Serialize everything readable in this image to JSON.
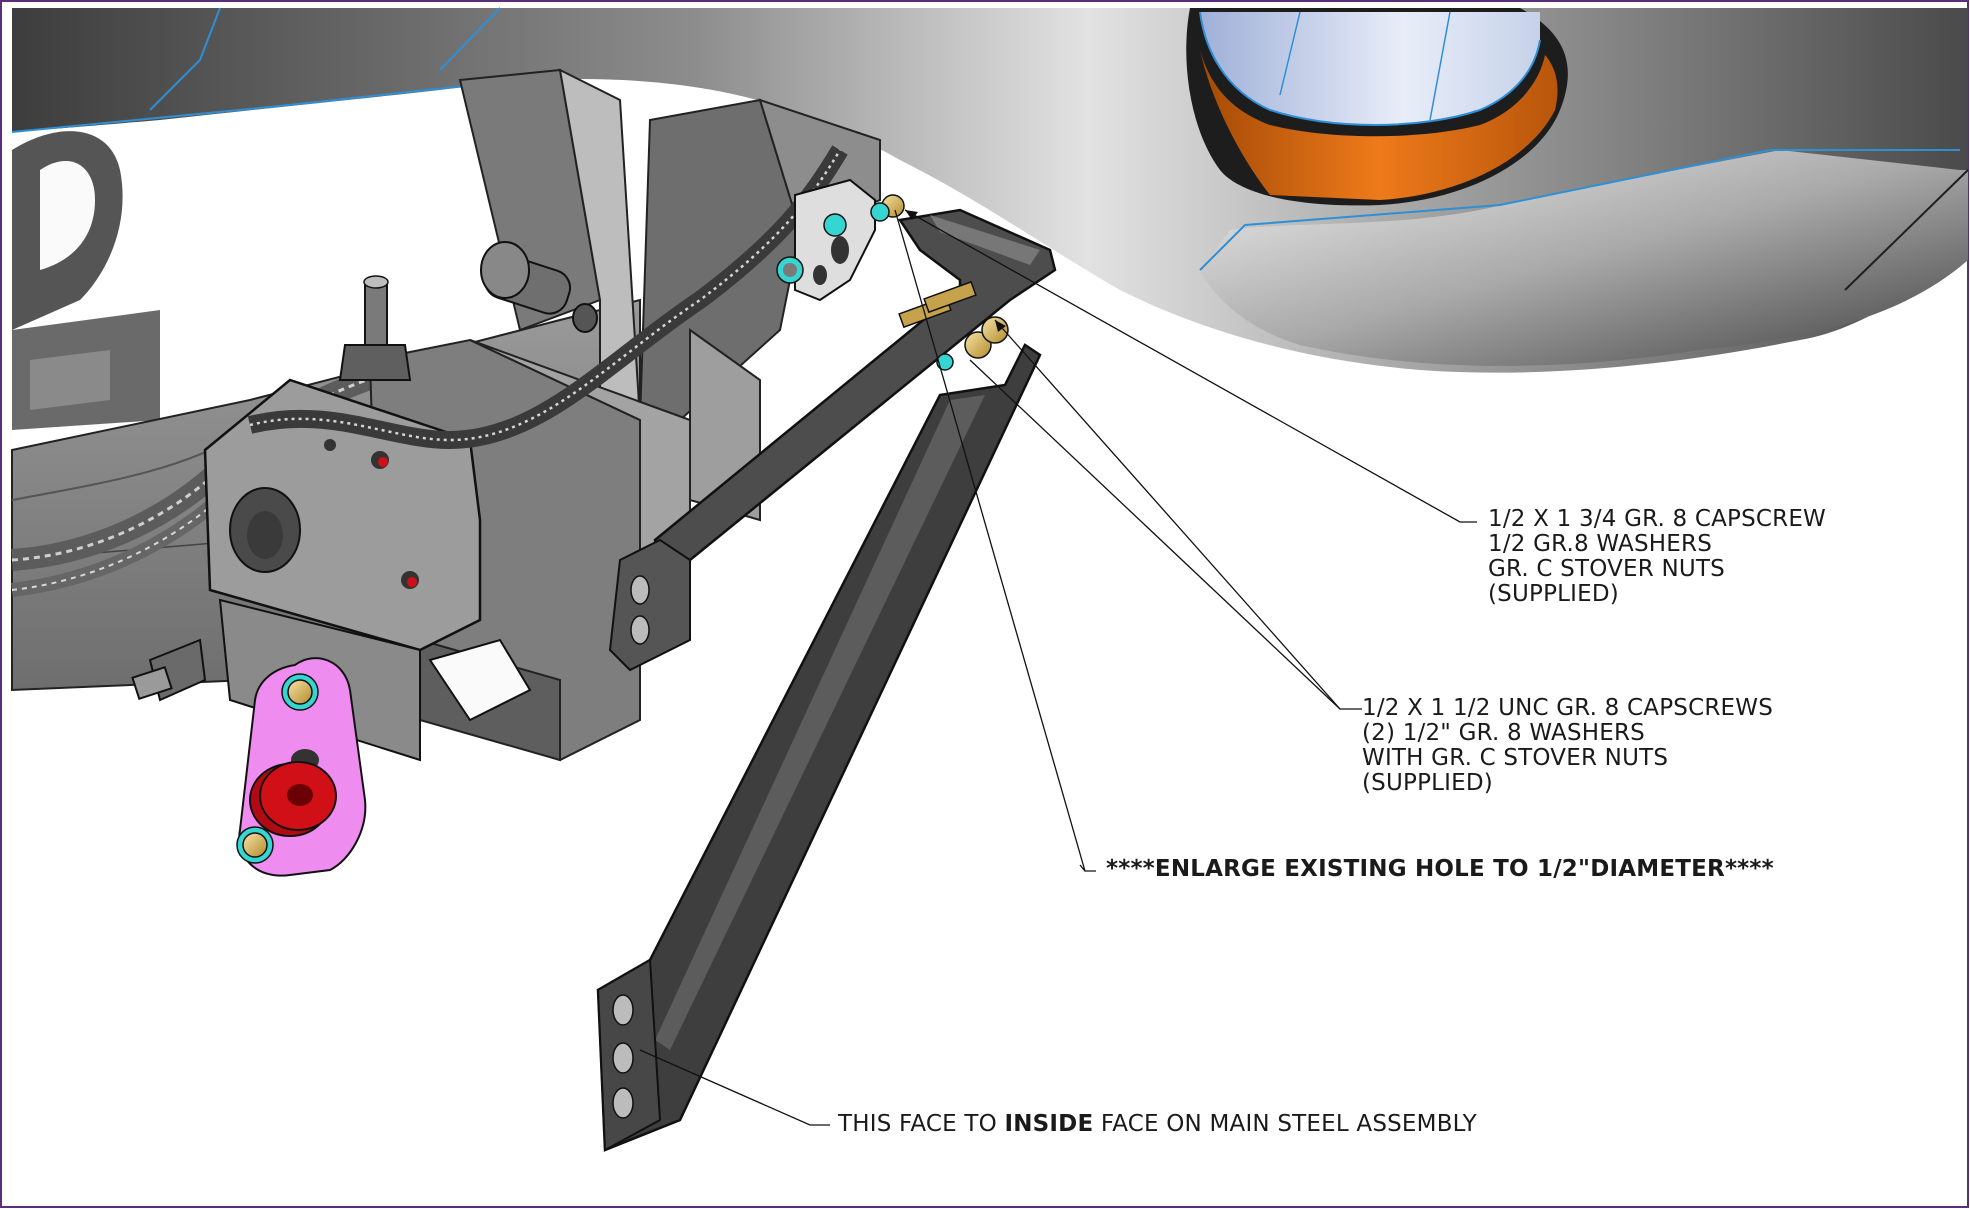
{
  "diagram": {
    "callouts": {
      "capscrew_upper": {
        "lines": [
          "1/2 X 1 3/4 GR. 8 CAPSCREW",
          "1/2 GR.8 WASHERS",
          "GR. C STOVER NUTS",
          "(SUPPLIED)"
        ]
      },
      "capscrews_lower": {
        "lines": [
          "1/2 X 1 1/2 UNC GR. 8 CAPSCREWS",
          "(2) 1/2\" GR. 8 WASHERS",
          "WITH GR. C STOVER NUTS",
          "(SUPPLIED)"
        ]
      },
      "enlarge_hole": {
        "text": "****ENLARGE EXISTING HOLE TO 1/2\"DIAMETER****"
      },
      "inside_face": {
        "prefix": "THIS FACE TO ",
        "emphasis": "INSIDE",
        "suffix": " FACE ON MAIN STEEL ASSEMBLY"
      }
    },
    "colors": {
      "steel_dark": "#4a4a4a",
      "steel_mid": "#8a8a8a",
      "steel_light": "#d8d8d8",
      "edge_blue": "#2f8fd6",
      "orange_tube": "#d8650e",
      "pink_plate": "#ef8cf0",
      "red_bushing": "#d10f17",
      "washer_cyan": "#35d6d2",
      "nut_gold": "#d8b45a",
      "frame_purple": "#5b2d7a"
    }
  }
}
